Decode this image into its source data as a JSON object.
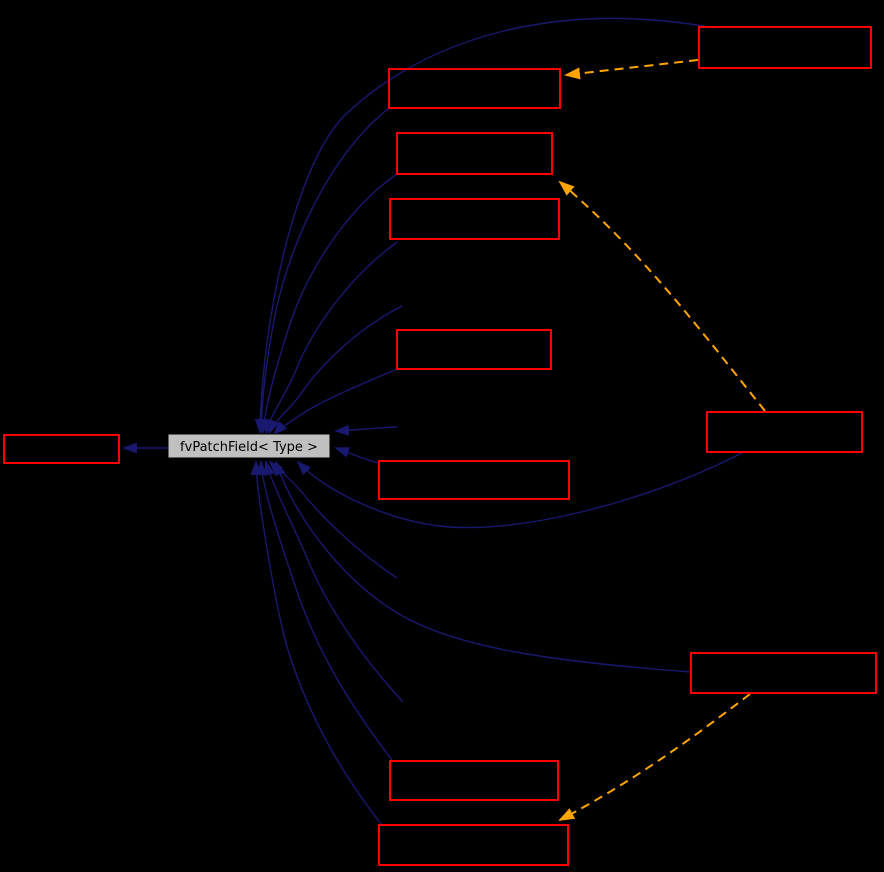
{
  "diagram": {
    "kind": "class-inheritance-graph",
    "central_node_label": "fvPatchField< Type >",
    "red_box_count": 11,
    "solid_edge_count": 15,
    "dashed_edge_count": 3,
    "colors": {
      "background": "#000000",
      "node_fill": "#c0c0c0",
      "node_border": "#000000",
      "node_text": "#000000",
      "class_box_border": "#ff0000",
      "inheritance_edge": "#191970",
      "template_relation_edge": "#ffa500"
    }
  }
}
